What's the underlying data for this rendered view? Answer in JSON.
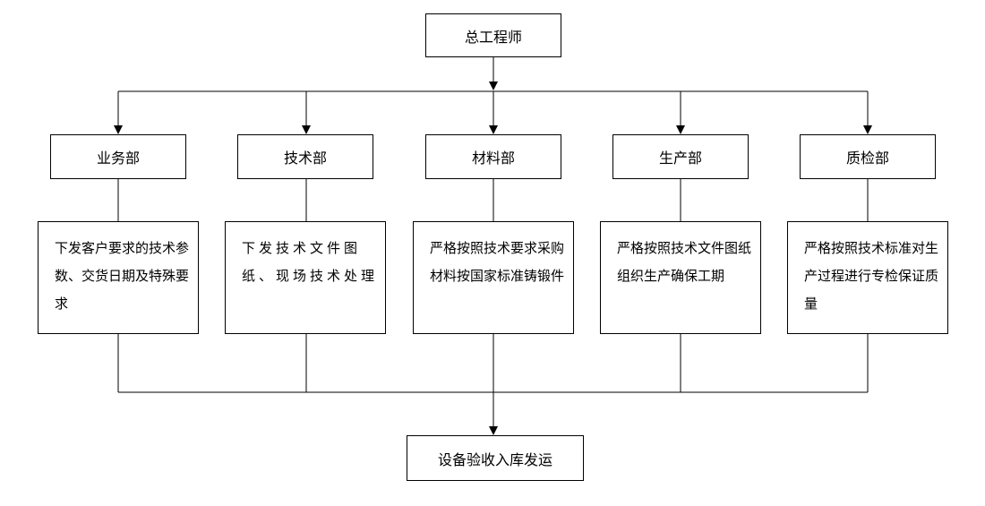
{
  "top": {
    "label": "总工程师"
  },
  "departments": [
    {
      "name": "业务部",
      "desc": "下发客户要求的技术参数、交货日期及特殊要求"
    },
    {
      "name": "技术部",
      "desc": "下发技术文件图纸、现场技术处理"
    },
    {
      "name": "材料部",
      "desc": "严格按照技术要求采购材料按国家标准铸锻件"
    },
    {
      "name": "生产部",
      "desc": "严格按照技术文件图纸组织生产确保工期"
    },
    {
      "name": "质检部",
      "desc": "严格按照技术标准对生产过程进行专检保证质量"
    }
  ],
  "bottom": {
    "label": "设备验收入库发运"
  }
}
